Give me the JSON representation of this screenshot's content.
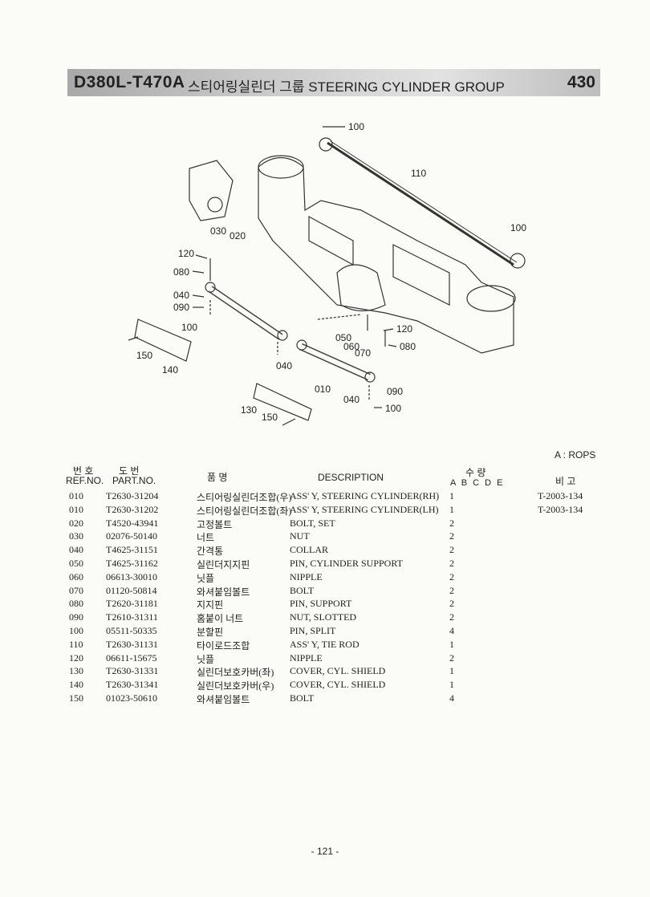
{
  "header": {
    "model": "D380L-T470A",
    "title": "스티어링실린더 그룹 STEERING CYLINDER GROUP",
    "page_number": "430"
  },
  "diagram_labels": [
    "100",
    "110",
    "100",
    "030",
    "020",
    "120",
    "080",
    "040",
    "090",
    "100",
    "150",
    "140",
    "040",
    "050",
    "060",
    "070",
    "120",
    "080",
    "010",
    "040",
    "090",
    "100",
    "130",
    "150"
  ],
  "rops_note": "A : ROPS",
  "table": {
    "headers": {
      "ref_ko": "번 호",
      "ref_en": "REF.NO.",
      "part_ko": "도 번",
      "part_en": "PART.NO.",
      "name_ko": "품 명",
      "desc": "DESCRIPTION",
      "qty_ko": "수 량",
      "qty_cols": "A B C D E",
      "remarks_ko": "비 고"
    },
    "rows": [
      {
        "ref": "010",
        "part": "T2630-31204",
        "kr": "스티어링실린더조합(우)",
        "desc": "ASS' Y, STEERING CYLINDER(RH)",
        "qty": "1",
        "note": "T-2003-134"
      },
      {
        "ref": "010",
        "part": "T2630-31202",
        "kr": "스티어링실린더조합(좌)",
        "desc": "ASS' Y, STEERING CYLINDER(LH)",
        "qty": "1",
        "note": "T-2003-134"
      },
      {
        "ref": "020",
        "part": "T4520-43941",
        "kr": "고정볼트",
        "desc": "BOLT, SET",
        "qty": "2",
        "note": ""
      },
      {
        "ref": "030",
        "part": "02076-50140",
        "kr": "너트",
        "desc": "NUT",
        "qty": "2",
        "note": ""
      },
      {
        "ref": "040",
        "part": "T4625-31151",
        "kr": "간격통",
        "desc": "COLLAR",
        "qty": "2",
        "note": ""
      },
      {
        "ref": "050",
        "part": "T4625-31162",
        "kr": "실린더지지핀",
        "desc": "PIN, CYLINDER SUPPORT",
        "qty": "2",
        "note": ""
      },
      {
        "ref": "060",
        "part": "06613-30010",
        "kr": "닛플",
        "desc": "NIPPLE",
        "qty": "2",
        "note": ""
      },
      {
        "ref": "070",
        "part": "01120-50814",
        "kr": "와셔붙임볼트",
        "desc": "BOLT",
        "qty": "2",
        "note": ""
      },
      {
        "ref": "080",
        "part": "T2620-31181",
        "kr": "지지핀",
        "desc": "PIN, SUPPORT",
        "qty": "2",
        "note": ""
      },
      {
        "ref": "090",
        "part": "T2610-31311",
        "kr": "홈붙이 너트",
        "desc": "NUT, SLOTTED",
        "qty": "2",
        "note": ""
      },
      {
        "ref": "100",
        "part": "05511-50335",
        "kr": "분할핀",
        "desc": "PIN, SPLIT",
        "qty": "4",
        "note": ""
      },
      {
        "ref": "110",
        "part": "T2630-31131",
        "kr": "타이로드조합",
        "desc": "ASS' Y, TIE ROD",
        "qty": "1",
        "note": ""
      },
      {
        "ref": "120",
        "part": "06611-15675",
        "kr": "닛플",
        "desc": "NIPPLE",
        "qty": "2",
        "note": ""
      },
      {
        "ref": "130",
        "part": "T2630-31331",
        "kr": "실린더보호카버(좌)",
        "desc": "COVER, CYL. SHIELD",
        "qty": "1",
        "note": ""
      },
      {
        "ref": "140",
        "part": "T2630-31341",
        "kr": "실린더보호카버(우)",
        "desc": "COVER, CYL. SHIELD",
        "qty": "1",
        "note": ""
      },
      {
        "ref": "150",
        "part": "01023-50610",
        "kr": "와셔붙임볼트",
        "desc": "BOLT",
        "qty": "4",
        "note": ""
      }
    ]
  },
  "footer": "- 121 -"
}
